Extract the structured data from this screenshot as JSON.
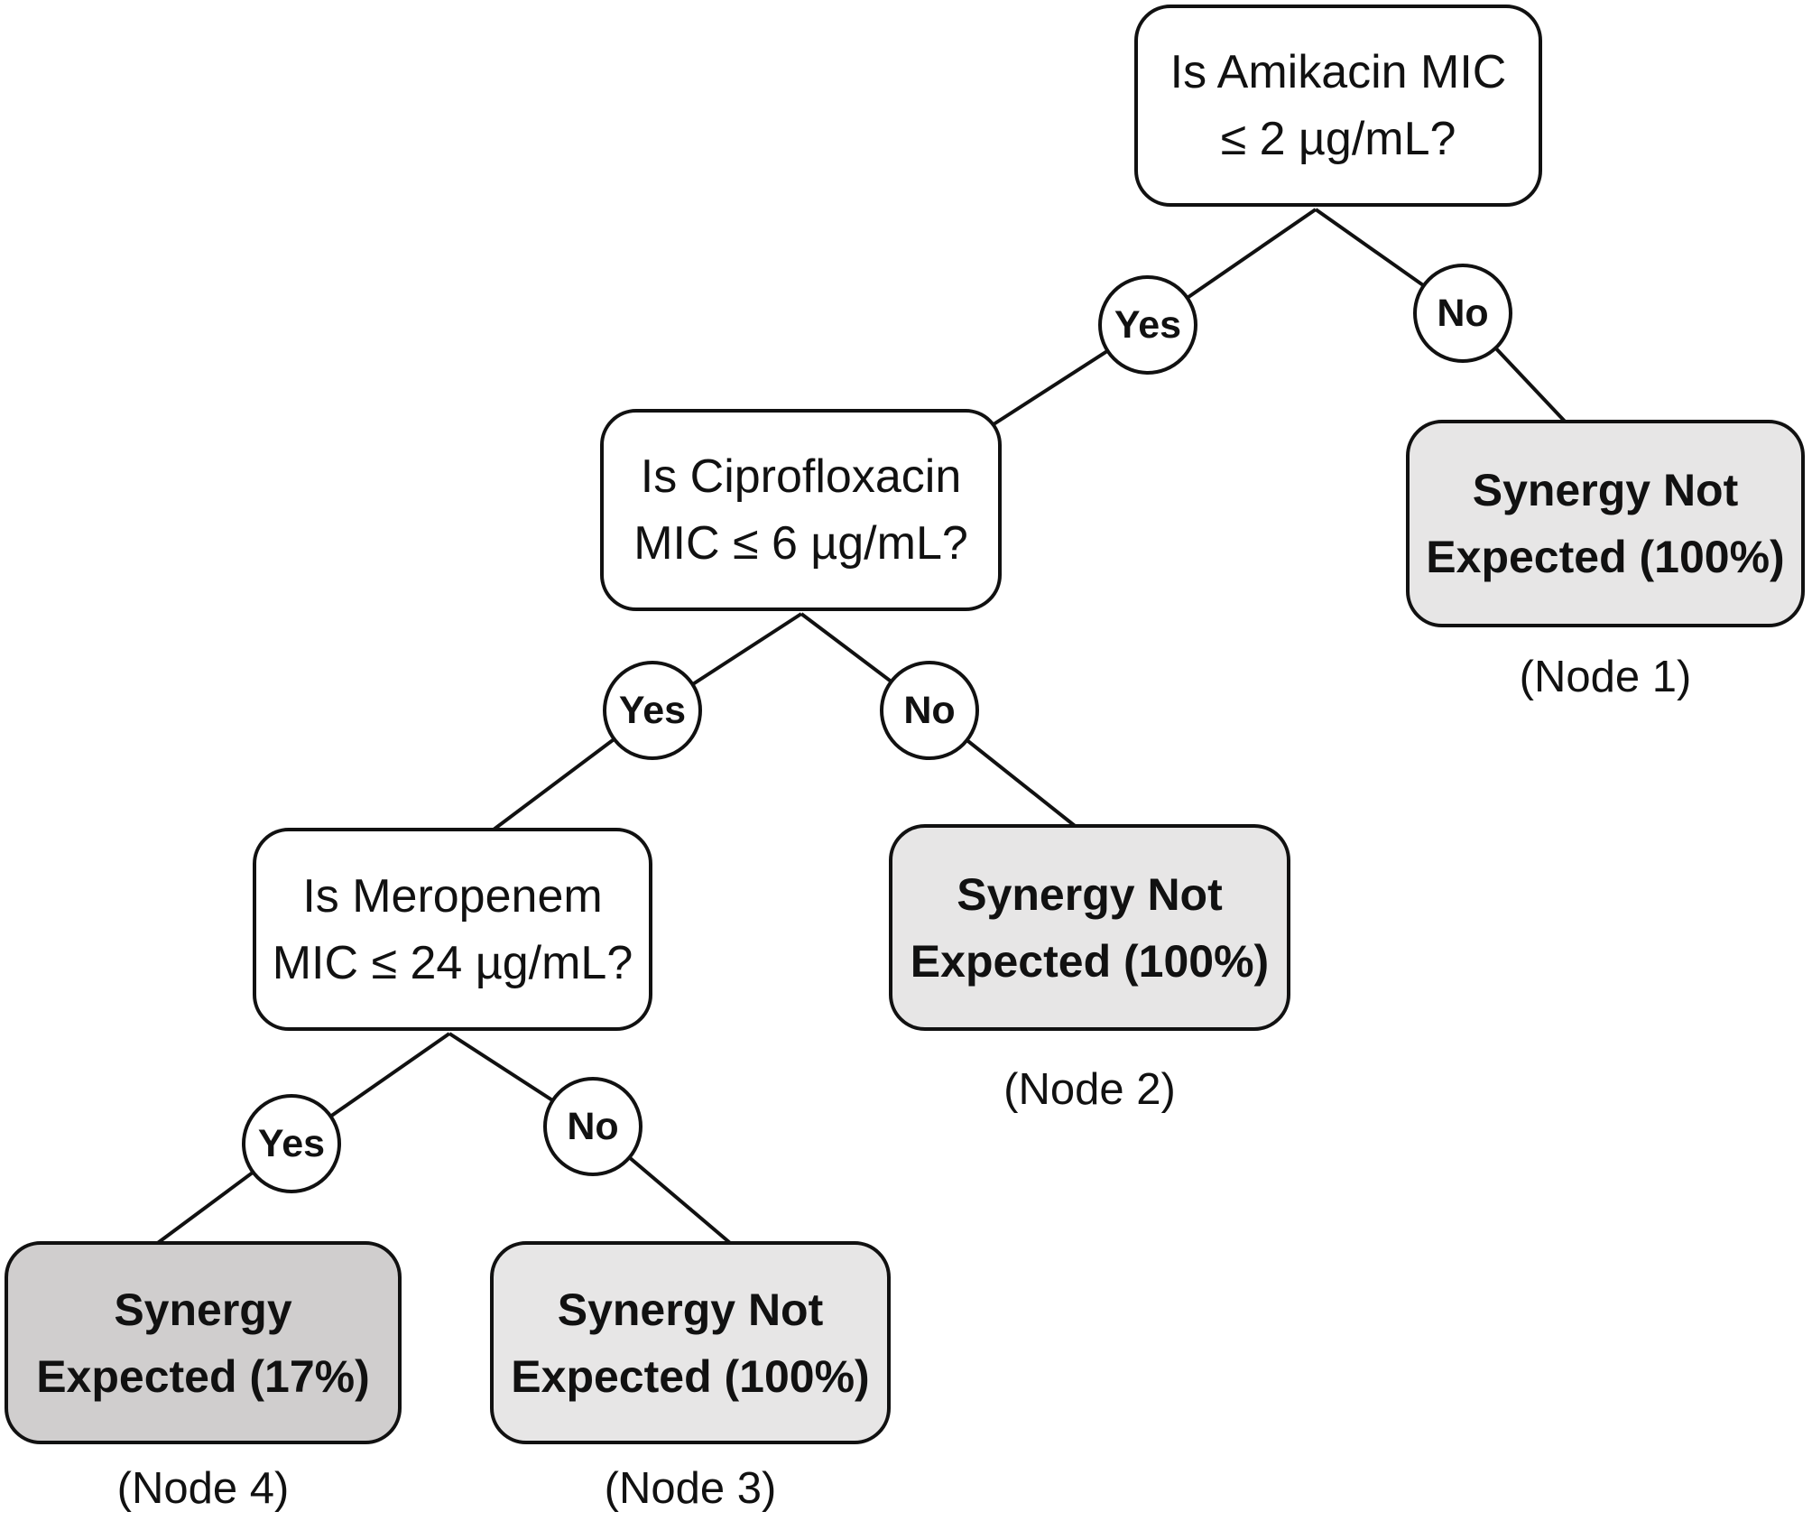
{
  "colors": {
    "outcome-light": "#e7e6e6",
    "outcome-dark": "#d0cece",
    "ink": "#111111"
  },
  "tree": {
    "q1": {
      "line1": "Is Amikacin MIC",
      "line2": "≤ 2 µg/mL?"
    },
    "q2": {
      "line1": "Is Ciprofloxacin",
      "line2": "MIC ≤ 6 µg/mL?"
    },
    "q3": {
      "line1": "Is Meropenem",
      "line2": "MIC ≤ 24 µg/mL?"
    },
    "n1": {
      "line1": "Synergy Not",
      "line2": "Expected (100%)",
      "label": "(Node 1)"
    },
    "n2": {
      "line1": "Synergy Not",
      "line2": "Expected (100%)",
      "label": "(Node 2)"
    },
    "n3": {
      "line1": "Synergy Not",
      "line2": "Expected (100%)",
      "label": "(Node 3)"
    },
    "n4": {
      "line1": "Synergy",
      "line2": "Expected (17%)",
      "label": "(Node 4)"
    },
    "labels": {
      "yes": "Yes",
      "no": "No"
    },
    "edges": [
      {
        "from": "q1",
        "answer": "Yes",
        "to": "q2"
      },
      {
        "from": "q1",
        "answer": "No",
        "to": "n1"
      },
      {
        "from": "q2",
        "answer": "Yes",
        "to": "q3"
      },
      {
        "from": "q2",
        "answer": "No",
        "to": "n2"
      },
      {
        "from": "q3",
        "answer": "Yes",
        "to": "n4"
      },
      {
        "from": "q3",
        "answer": "No",
        "to": "n3"
      }
    ]
  }
}
